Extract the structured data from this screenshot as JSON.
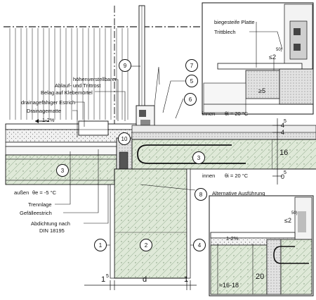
{
  "labels": {
    "height_adjustable": "höhenverstellbarer",
    "drain_and_grate": "Ablauf- und Trittrost",
    "covering": "Belag auf Klebemörtel",
    "screed": "drainagefähiger Estrich",
    "drainage_mat": "Drainagematte",
    "slope": "1-2%",
    "inside_1": "innen",
    "theta_i_1": "θi = 20 °C",
    "inside_2": "innen",
    "theta_i_2": "θi = 20 °C",
    "outside": "außen",
    "theta_e": "θe = -5 °C",
    "separating_layer": "Trennlage",
    "slope_screed": "Gefälleestrich",
    "sealing_1": "Abdichtung nach",
    "sealing_2": "DIN 18195",
    "bending_plate": "biegesteife Platte",
    "tread_sheet": "Trittblech",
    "alternative": "Alternative Ausführung",
    "slope_alt": "1-2%"
  },
  "markers": [
    "1",
    "2",
    "3",
    "3",
    "4",
    "5",
    "6",
    "7",
    "8",
    "9",
    "10"
  ],
  "dimensions": {
    "d": "d",
    "left_1": "1",
    "left_sup": "5",
    "right_1": "1",
    "r_4": "4",
    "r_4_5": "4",
    "r_4_5_sup": "5",
    "r_16": "16",
    "r_0": "0",
    "r_0_sup": "5",
    "det_50": "≤2",
    "det_50_sup": "50)",
    "det_5": "≥5",
    "alt_50": "≤2",
    "alt_50_sup": "50)",
    "alt_20": "20",
    "alt_16_18": "≈16-18"
  },
  "colors": {
    "concrete": "#dfe9d8",
    "insulation": "#d9d9d9",
    "line": "#111111"
  }
}
